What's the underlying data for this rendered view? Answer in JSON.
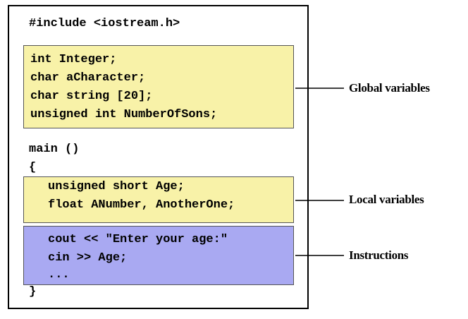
{
  "code": {
    "include": "#include <iostream.h>",
    "globals": [
      "int Integer;",
      "char aCharacter;",
      "char string [20];",
      "unsigned int NumberOfSons;"
    ],
    "main_header": "main ()",
    "open_brace": "{",
    "locals": [
      "unsigned short Age;",
      "float ANumber, AnotherOne;"
    ],
    "instructions": [
      "cout << \"Enter your age:\"",
      "cin >> Age;",
      "..."
    ],
    "close_brace": "}"
  },
  "labels": {
    "global": "Global variables",
    "local": "Local variables",
    "instructions": "Instructions"
  },
  "colors": {
    "global_fill": "#f8f2a8",
    "local_fill": "#f8f2a8",
    "instructions_fill": "#a9a9f2"
  }
}
